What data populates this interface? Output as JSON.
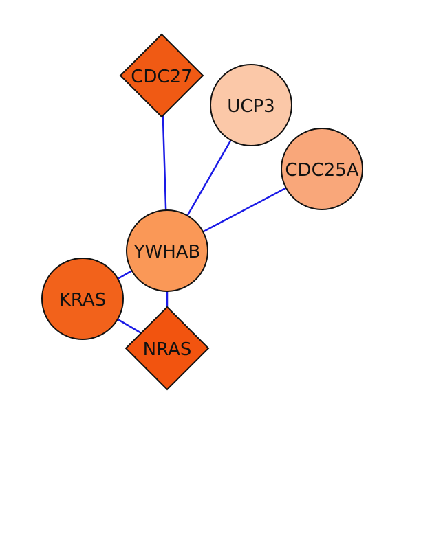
{
  "nodes": [
    {
      "id": "CDC27",
      "label": "CDC27",
      "shape": "diamond",
      "color": "#f05a14"
    },
    {
      "id": "UCP3",
      "label": "UCP3",
      "shape": "circle",
      "color": "#fbc8a8"
    },
    {
      "id": "CDC25A",
      "label": "CDC25A",
      "shape": "circle",
      "color": "#f9a77a"
    },
    {
      "id": "YWHAB",
      "label": "YWHAB",
      "shape": "circle",
      "color": "#fa9857"
    },
    {
      "id": "KRAS",
      "label": "KRAS",
      "shape": "circle",
      "color": "#f2621b"
    },
    {
      "id": "NRAS",
      "label": "NRAS",
      "shape": "diamond",
      "color": "#f2540f"
    }
  ],
  "edges": [
    {
      "source": "CDC27",
      "target": "YWHAB"
    },
    {
      "source": "UCP3",
      "target": "YWHAB"
    },
    {
      "source": "CDC25A",
      "target": "YWHAB"
    },
    {
      "source": "YWHAB",
      "target": "KRAS"
    },
    {
      "source": "YWHAB",
      "target": "NRAS"
    },
    {
      "source": "KRAS",
      "target": "NRAS"
    }
  ],
  "colors": {
    "edge": "#1a1ae6",
    "outline": "#111111",
    "background": "#ffffff"
  }
}
